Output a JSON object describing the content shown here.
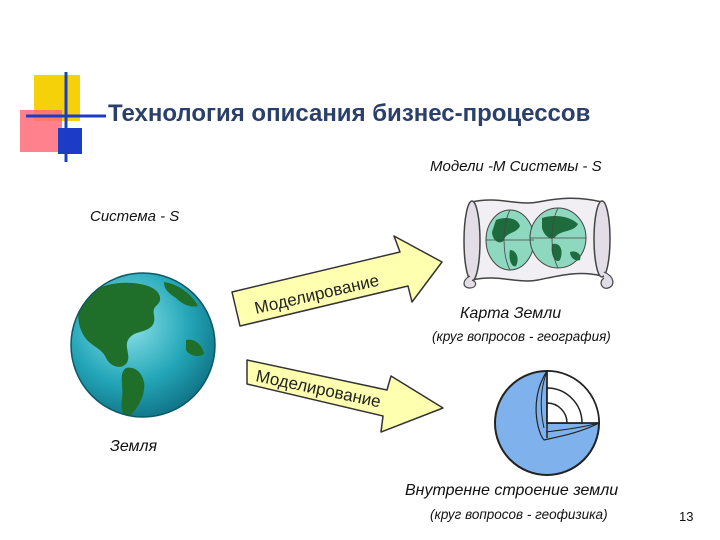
{
  "slide": {
    "title": "Технология описания бизнес-процессов",
    "models_label": "Модели -M  Системы - S",
    "system_label": "Система - S",
    "arrow_top_text": "Моделирование",
    "arrow_bottom_text": "Моделирование",
    "map_caption": "Карта Земли",
    "map_subcaption": "(круг вопросов - география)",
    "earth_caption": "Земля",
    "inner_caption": "Внутренне строение земли",
    "inner_subcaption": "(круг вопросов - геофизика)",
    "page_number": "13"
  },
  "colors": {
    "title": "#2b3f6b",
    "logo_yellow": "#f5d10a",
    "logo_pink": "#ff6b7a",
    "logo_blue": "#1c3cc8",
    "arrow_fill": "#ffffb0",
    "globe_ocean": "#23a6b8",
    "globe_land": "#1f6f2a",
    "core_blue": "#7fb2ec"
  },
  "icons": [
    "slide-logo-icon",
    "globe-icon",
    "world-map-scroll-icon",
    "earth-structure-icon"
  ]
}
